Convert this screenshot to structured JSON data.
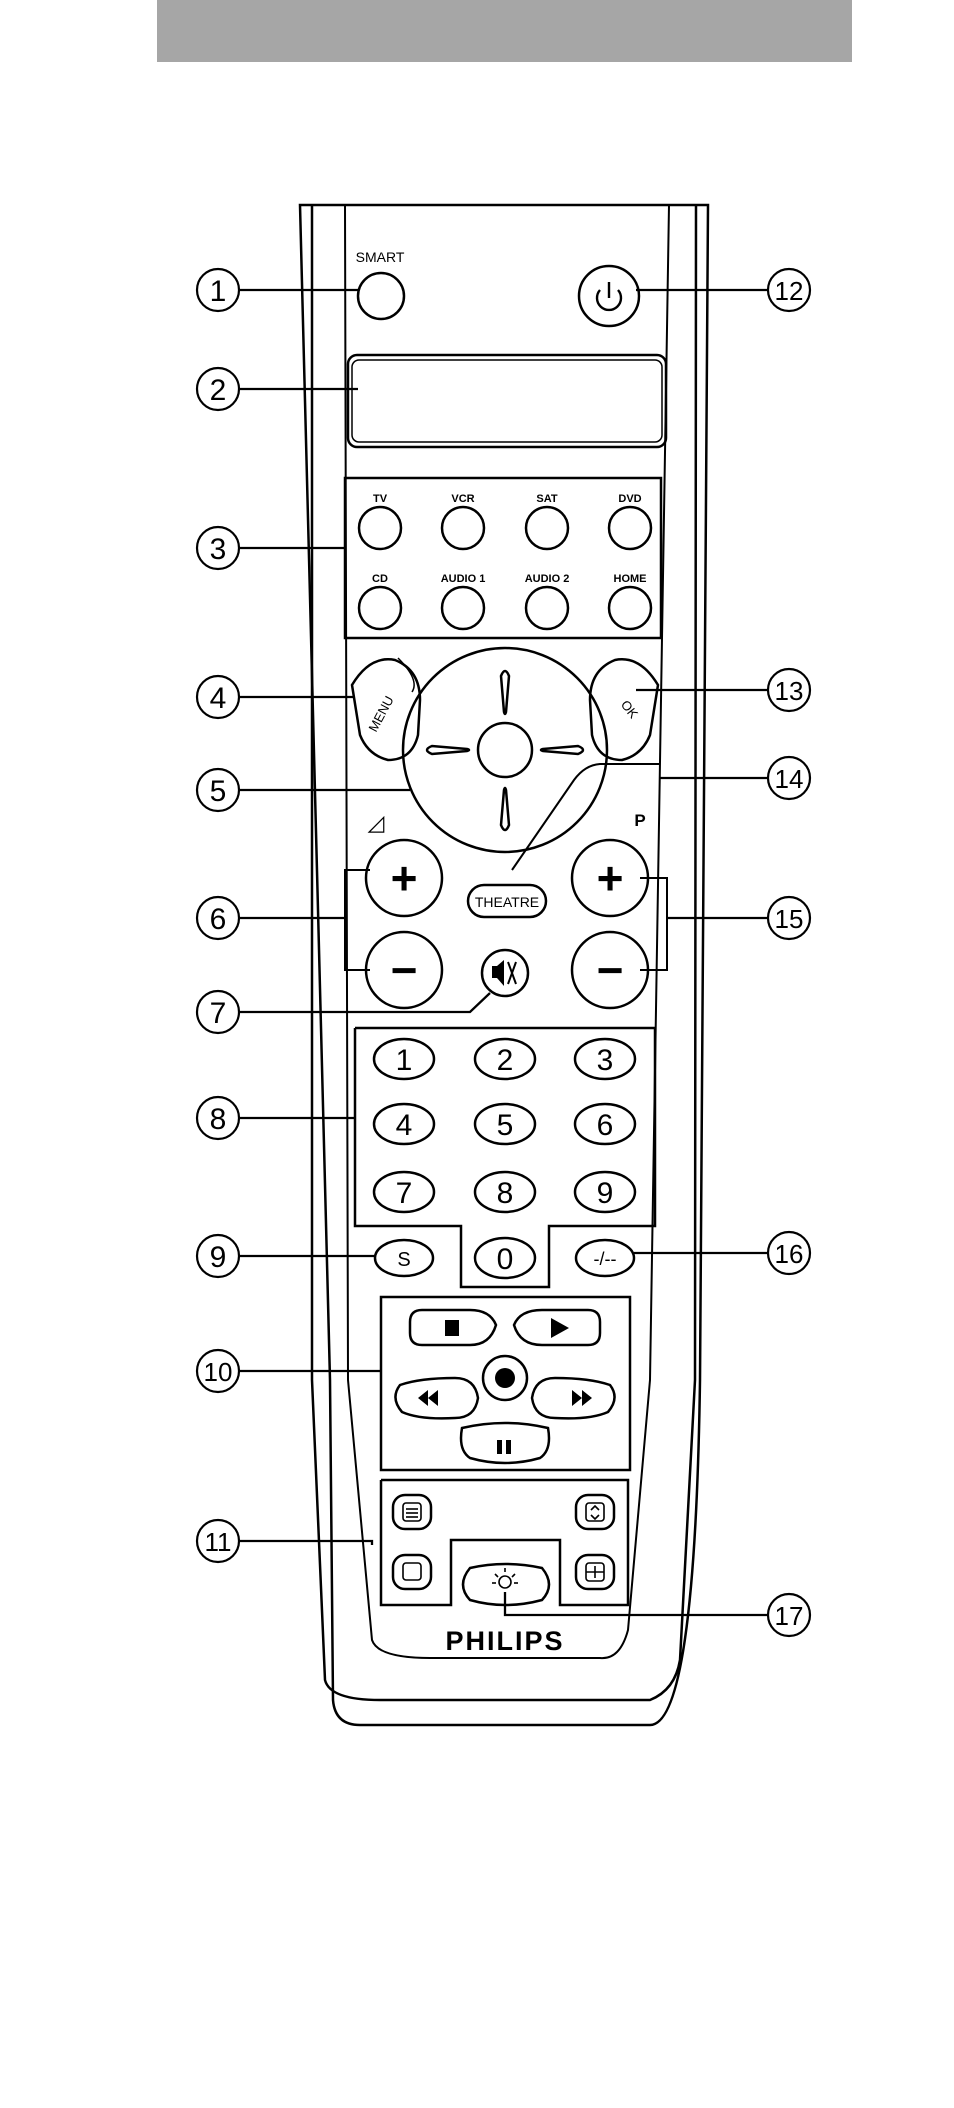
{
  "remote": {
    "smart_label": "SMART",
    "source_buttons": [
      "TV",
      "VCR",
      "SAT",
      "DVD",
      "CD",
      "AUDIO 1",
      "AUDIO 2",
      "HOME"
    ],
    "menu_label": "MENU",
    "ok_label": "OK",
    "theatre_label": "THEATRE",
    "volume_symbol": "◿",
    "program_label": "P",
    "plus_symbol": "+",
    "minus_symbol": "−",
    "digits": [
      "1",
      "2",
      "3",
      "4",
      "5",
      "6",
      "7",
      "8",
      "9",
      "0"
    ],
    "s_label": "S",
    "dash_label": "-/--",
    "brand": "PHILIPS"
  },
  "callouts": [
    "1",
    "2",
    "3",
    "4",
    "5",
    "6",
    "7",
    "8",
    "9",
    "10",
    "11",
    "12",
    "13",
    "14",
    "15",
    "16",
    "17"
  ]
}
